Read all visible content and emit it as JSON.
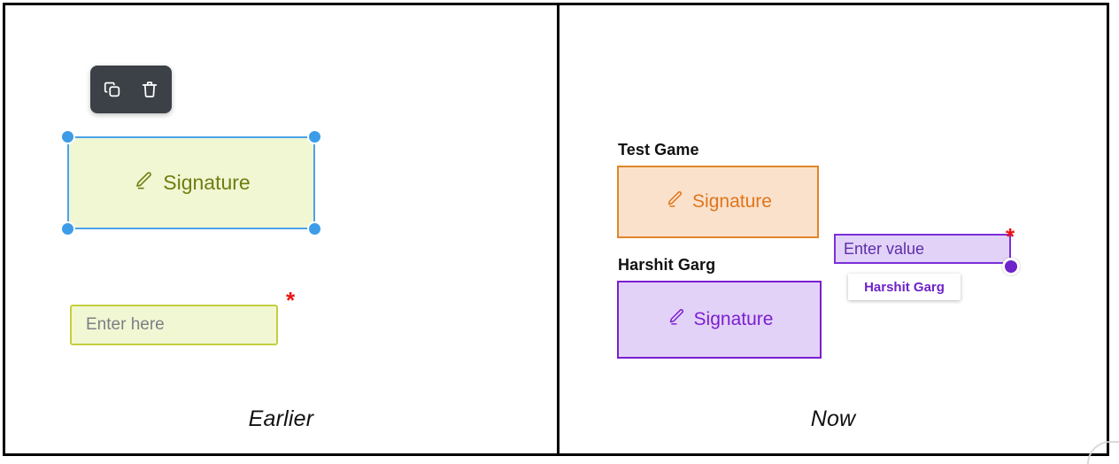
{
  "panels": {
    "left": {
      "caption": "Earlier",
      "toolbar": {
        "duplicate_label": "duplicate-icon",
        "delete_label": "trash-icon"
      },
      "signature_box": {
        "label": "Signature",
        "icon": "pen-signature-icon",
        "fill": "#f1f7d3",
        "border": "#b5bf36",
        "text_color": "#707d10",
        "selected": true,
        "handle_color": "#3d9ce8"
      },
      "input": {
        "placeholder": "Enter here",
        "value": "",
        "required_marker": "*",
        "fill": "#f1f7d3",
        "border": "#c3cf3e",
        "placeholder_color": "#7a8085"
      }
    },
    "right": {
      "caption": "Now",
      "groups": [
        {
          "label": "Test Game",
          "signature": {
            "label": "Signature",
            "icon": "pen-signature-icon",
            "fill": "#fae1cc",
            "border": "#e0862a",
            "text_color": "#e0751a"
          }
        },
        {
          "label": "Harshit Garg",
          "signature": {
            "label": "Signature",
            "icon": "pen-signature-icon",
            "fill": "#e3d2f8",
            "border": "#7a1fd0",
            "text_color": "#7a1fd0"
          }
        }
      ],
      "input": {
        "placeholder": "Enter value",
        "value": "",
        "required_marker": "*",
        "fill": "#e3d2f8",
        "border": "#7a2fd8",
        "text_color": "#5b2ea8",
        "handle_color": "#6d23c9"
      },
      "tooltip": {
        "text": "Harshit Garg",
        "text_color": "#6d23c9",
        "background": "#ffffff"
      }
    }
  },
  "colors": {
    "frame_border": "#000000",
    "toolbar_background": "#3c4147",
    "required_asterisk": "#ee1111",
    "selection_blue": "#4aa3ea"
  }
}
